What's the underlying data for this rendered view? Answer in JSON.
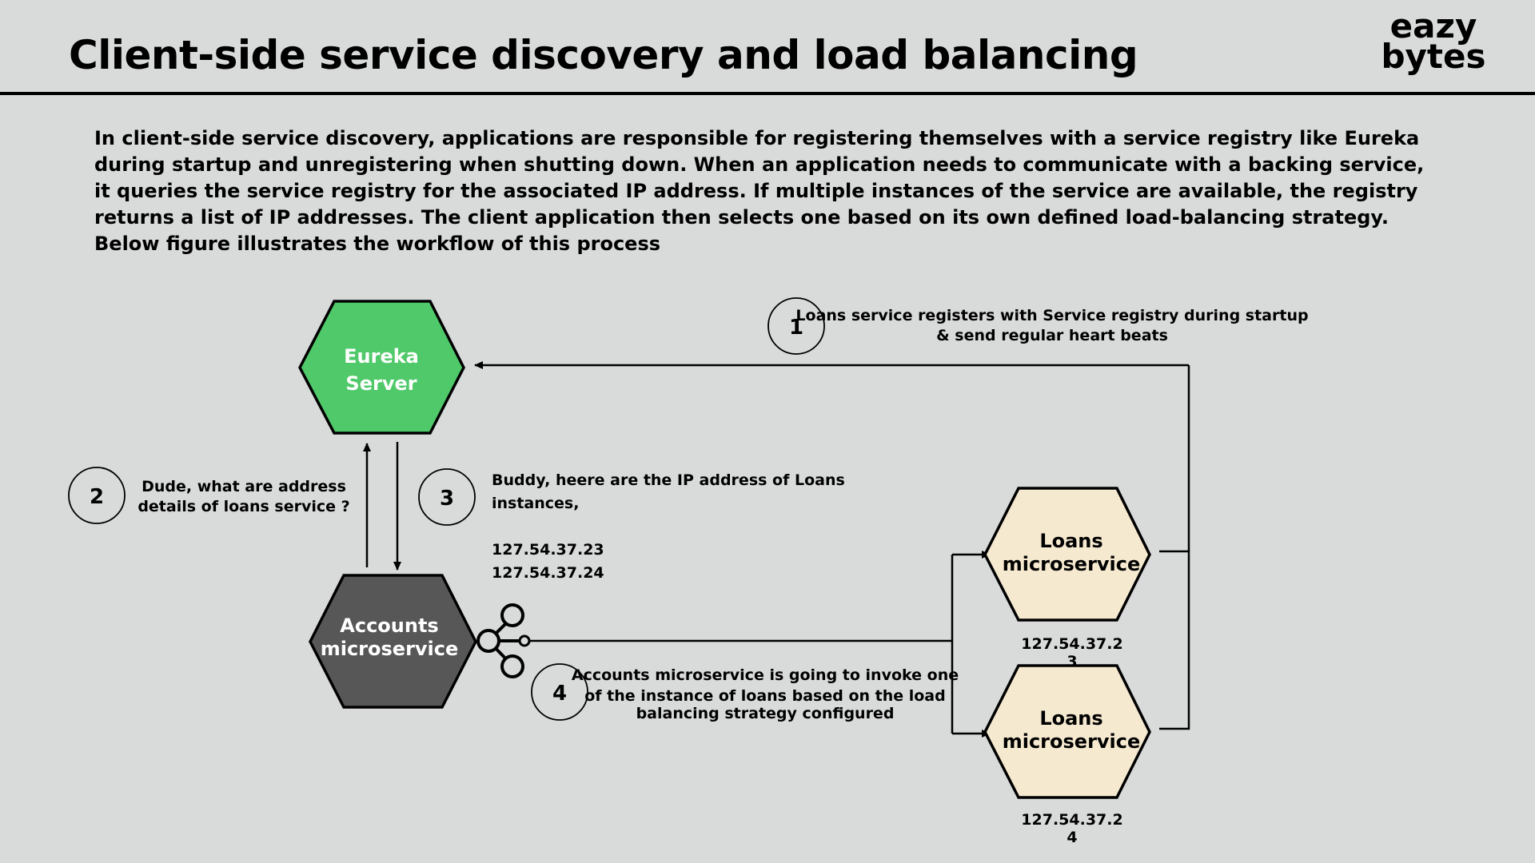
{
  "header": {
    "title": "Client-side service discovery and load balancing",
    "logo_line1": "eazy",
    "logo_line2": "bytes"
  },
  "intro_text": "In client-side service discovery, applications are responsible for registering themselves with a service registry like Eureka during startup and unregistering when shutting down. When an application needs to communicate with a backing service, it queries the service registry for the associated IP address. If multiple instances of the service are available, the registry returns a list of IP addresses. The client application then selects one based on its own defined load-balancing strategy. Below figure illustrates the workflow of this process",
  "nodes": {
    "eureka": {
      "line1": "Eureka",
      "line2": "Server",
      "fill": "#50c96a"
    },
    "accounts": {
      "line1": "Accounts",
      "line2": "microservice",
      "fill": "#575757"
    },
    "loans1": {
      "line1": "Loans",
      "line2": "microservice",
      "ip_line1": "127.54.37.2",
      "ip_line2": "3",
      "fill": "#f5e9cf"
    },
    "loans2": {
      "line1": "Loans",
      "line2": "microservice",
      "ip_line1": "127.54.37.2",
      "ip_line2": "4",
      "fill": "#f5e9cf"
    }
  },
  "steps": {
    "s1": {
      "number": "1",
      "line1": "Loans service registers with Service registry during startup",
      "line2": "& send regular heart beats"
    },
    "s2": {
      "number": "2",
      "line1": "Dude, what are address",
      "line2": "details of loans service ?"
    },
    "s3": {
      "number": "3",
      "line1": "Buddy, heere are the IP address of Loans",
      "line2": "instances,",
      "ip1": "127.54.37.23",
      "ip2": "127.54.37.24"
    },
    "s4": {
      "number": "4",
      "line1": "Accounts microservice is going to invoke one",
      "line2": "of the instance of loans based on the load",
      "line3": "balancing strategy configured"
    }
  },
  "icons": {
    "load_balancer": "share-icon"
  }
}
